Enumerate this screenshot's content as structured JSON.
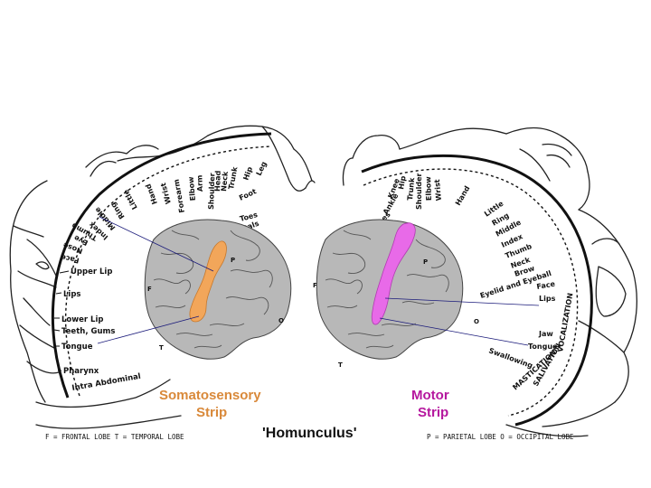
{
  "colors": {
    "somatosensory": "#f2a65a",
    "motor": "#e86ae8",
    "brain": "#b8b8b8",
    "pointer_line": "#1a1a7a"
  },
  "left_labels": {
    "top": [
      "Genitals",
      "Toes",
      "Foot",
      "Leg",
      "Hip",
      "Trunk",
      "Neck",
      "Head",
      "Shoulder",
      "Arm",
      "Elbow",
      "Forearm",
      "Wrist",
      "Hand",
      "Little",
      "Ring",
      "Middle",
      "Index",
      "Thumb",
      "Eye",
      "Nose",
      "Face"
    ],
    "side": [
      "Upper Lip",
      "Lips",
      "Lower Lip",
      "Teeth, Gums",
      "Tongue",
      "Pharynx",
      "Intra Abdominal"
    ]
  },
  "right_labels": {
    "top": [
      "Toes",
      "Ankle",
      "Knee",
      "Hip",
      "Trunk",
      "Shoulder",
      "Elbow",
      "Wrist",
      "Hand",
      "Little",
      "Ring",
      "Middle",
      "Index",
      "Thumb",
      "Neck",
      "Brow",
      "Eyelid and Eyeball",
      "Face"
    ],
    "side": [
      "Lips",
      "Jaw",
      "Tongue",
      "Swallowing",
      "MASTICATION",
      "SALIVATION",
      "VOCALIZATION"
    ]
  },
  "lobe_letters": {
    "frontal": "F",
    "temporal": "T",
    "parietal": "P",
    "occipital": "O"
  },
  "titles": {
    "somatosensory_line1": "Somatosensory",
    "somatosensory_line2": "Strip",
    "motor_line1": "Motor",
    "motor_line2": "Strip",
    "main": "'Homunculus'"
  },
  "legend": {
    "left": "F = FRONTAL LOBE   T = TEMPORAL LOBE",
    "right": "P = PARIETAL LOBE   O = OCCIPITAL LOBE"
  },
  "icons": [
    "homunculus-left-figure",
    "homunculus-right-figure",
    "left-brain-outline",
    "right-brain-outline"
  ]
}
